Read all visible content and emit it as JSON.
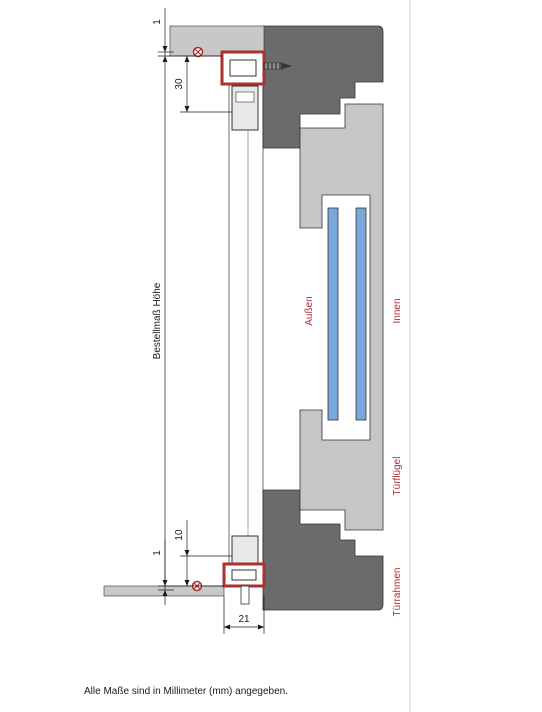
{
  "dimensions": {
    "top_gap": "1",
    "top_offset": "30",
    "height_label": "Bestellmaß Höhe",
    "bottom_offset": "10",
    "bottom_gap": "1",
    "width": "21"
  },
  "labels": {
    "outside": "Außen",
    "inside": "Innen",
    "door_leaf": "Türflügel",
    "door_frame": "Türrahmen"
  },
  "footnote": "Alle Maße sind in Millimeter (mm) angegeben.",
  "colors": {
    "profile": "#a83232",
    "frame_dark": "#6b6b6b",
    "frame_light": "#c6c6c6",
    "glass": "#79a9dc",
    "line": "#1a1a1a"
  }
}
